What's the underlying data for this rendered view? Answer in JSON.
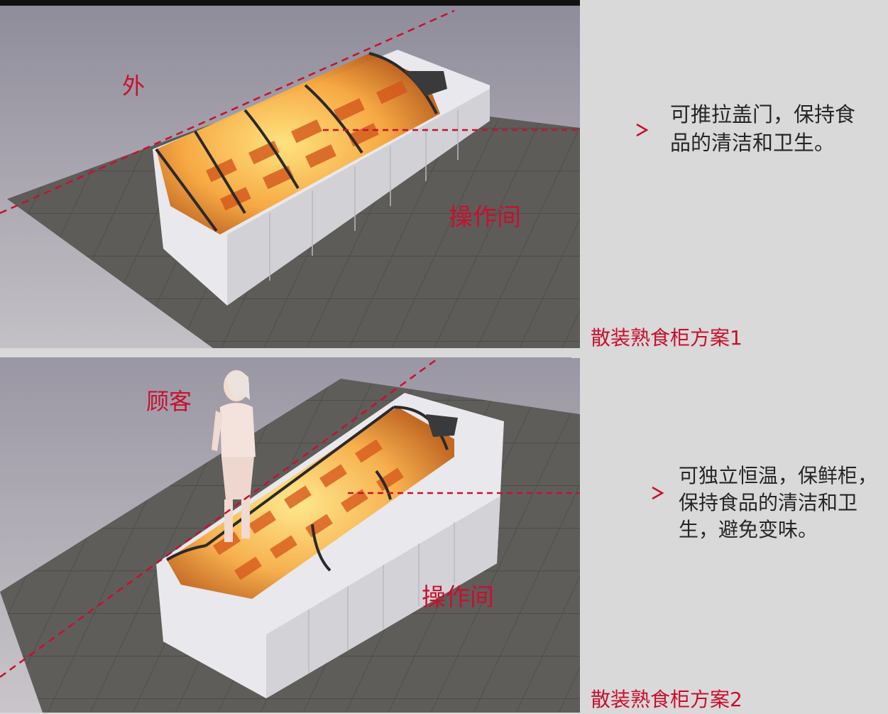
{
  "scheme1": {
    "zone_outside": "外",
    "zone_operation": "操作间",
    "note_lines": [
      "可推拉盖门，保持食",
      "品的清洁和卫生。"
    ],
    "title": "散装熟食柜方案1"
  },
  "scheme2": {
    "zone_customer": "顾客",
    "zone_operation": "操作间",
    "note_lines": [
      "可独立恒温，保鲜柜，",
      "保持食品的清洁和卫",
      "生，避免变味。"
    ],
    "title": "散装熟食柜方案2"
  },
  "colors": {
    "accent": "#c8102e",
    "text": "#262626",
    "background": "#d9d9d9"
  }
}
